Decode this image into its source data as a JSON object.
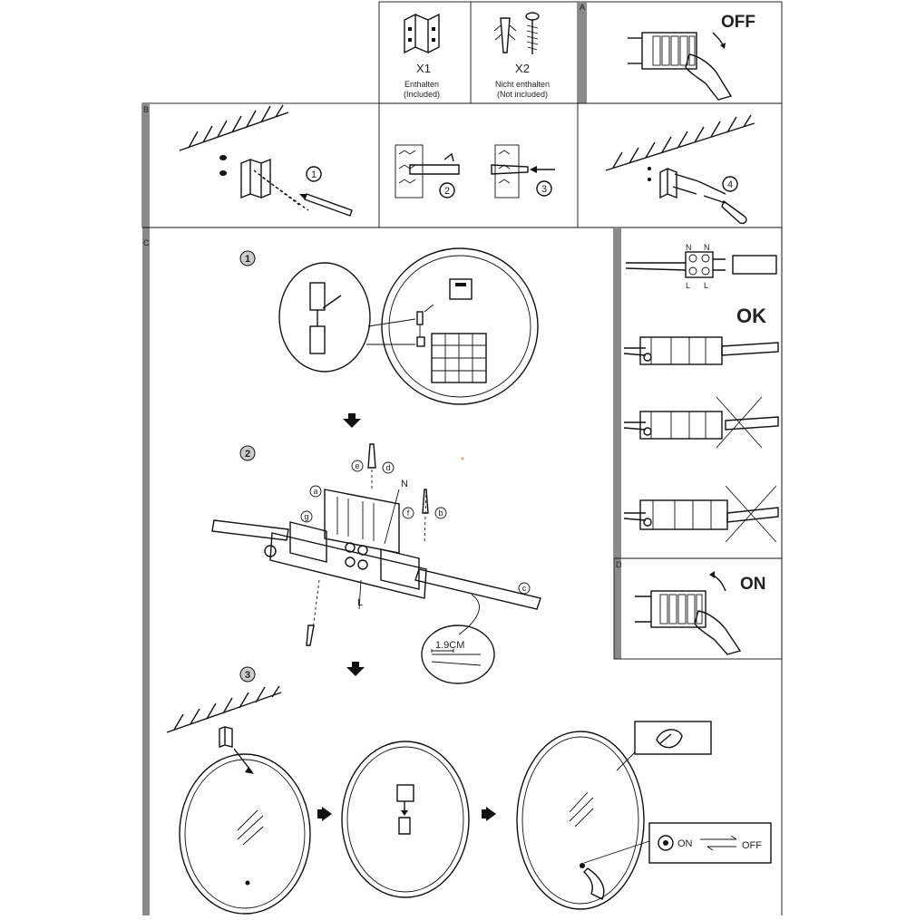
{
  "sections": {
    "a": "A",
    "b": "B",
    "c": "C",
    "d": "D"
  },
  "parts": {
    "bracket": {
      "qty": "X1",
      "line1": "Enthalten",
      "line2": "(Included)"
    },
    "screws": {
      "qty": "X2",
      "line1": "Nicht enthalten",
      "line2": "(Not included)"
    }
  },
  "switch_a_label": "OFF",
  "switch_d_label": "ON",
  "b_steps": [
    "1",
    "2",
    "3",
    "4"
  ],
  "c_steps": [
    "1",
    "2",
    "3"
  ],
  "wiring": {
    "n_left": "N",
    "n_right": "N",
    "l_left": "L",
    "l_right": "L",
    "ok": "OK",
    "callouts": [
      "a",
      "b",
      "c",
      "d",
      "e",
      "f",
      "g"
    ],
    "n_label": "N",
    "l_label": "L",
    "strip_length": "1.9CM"
  },
  "touch_switch": {
    "on": "ON",
    "off": "OFF"
  }
}
